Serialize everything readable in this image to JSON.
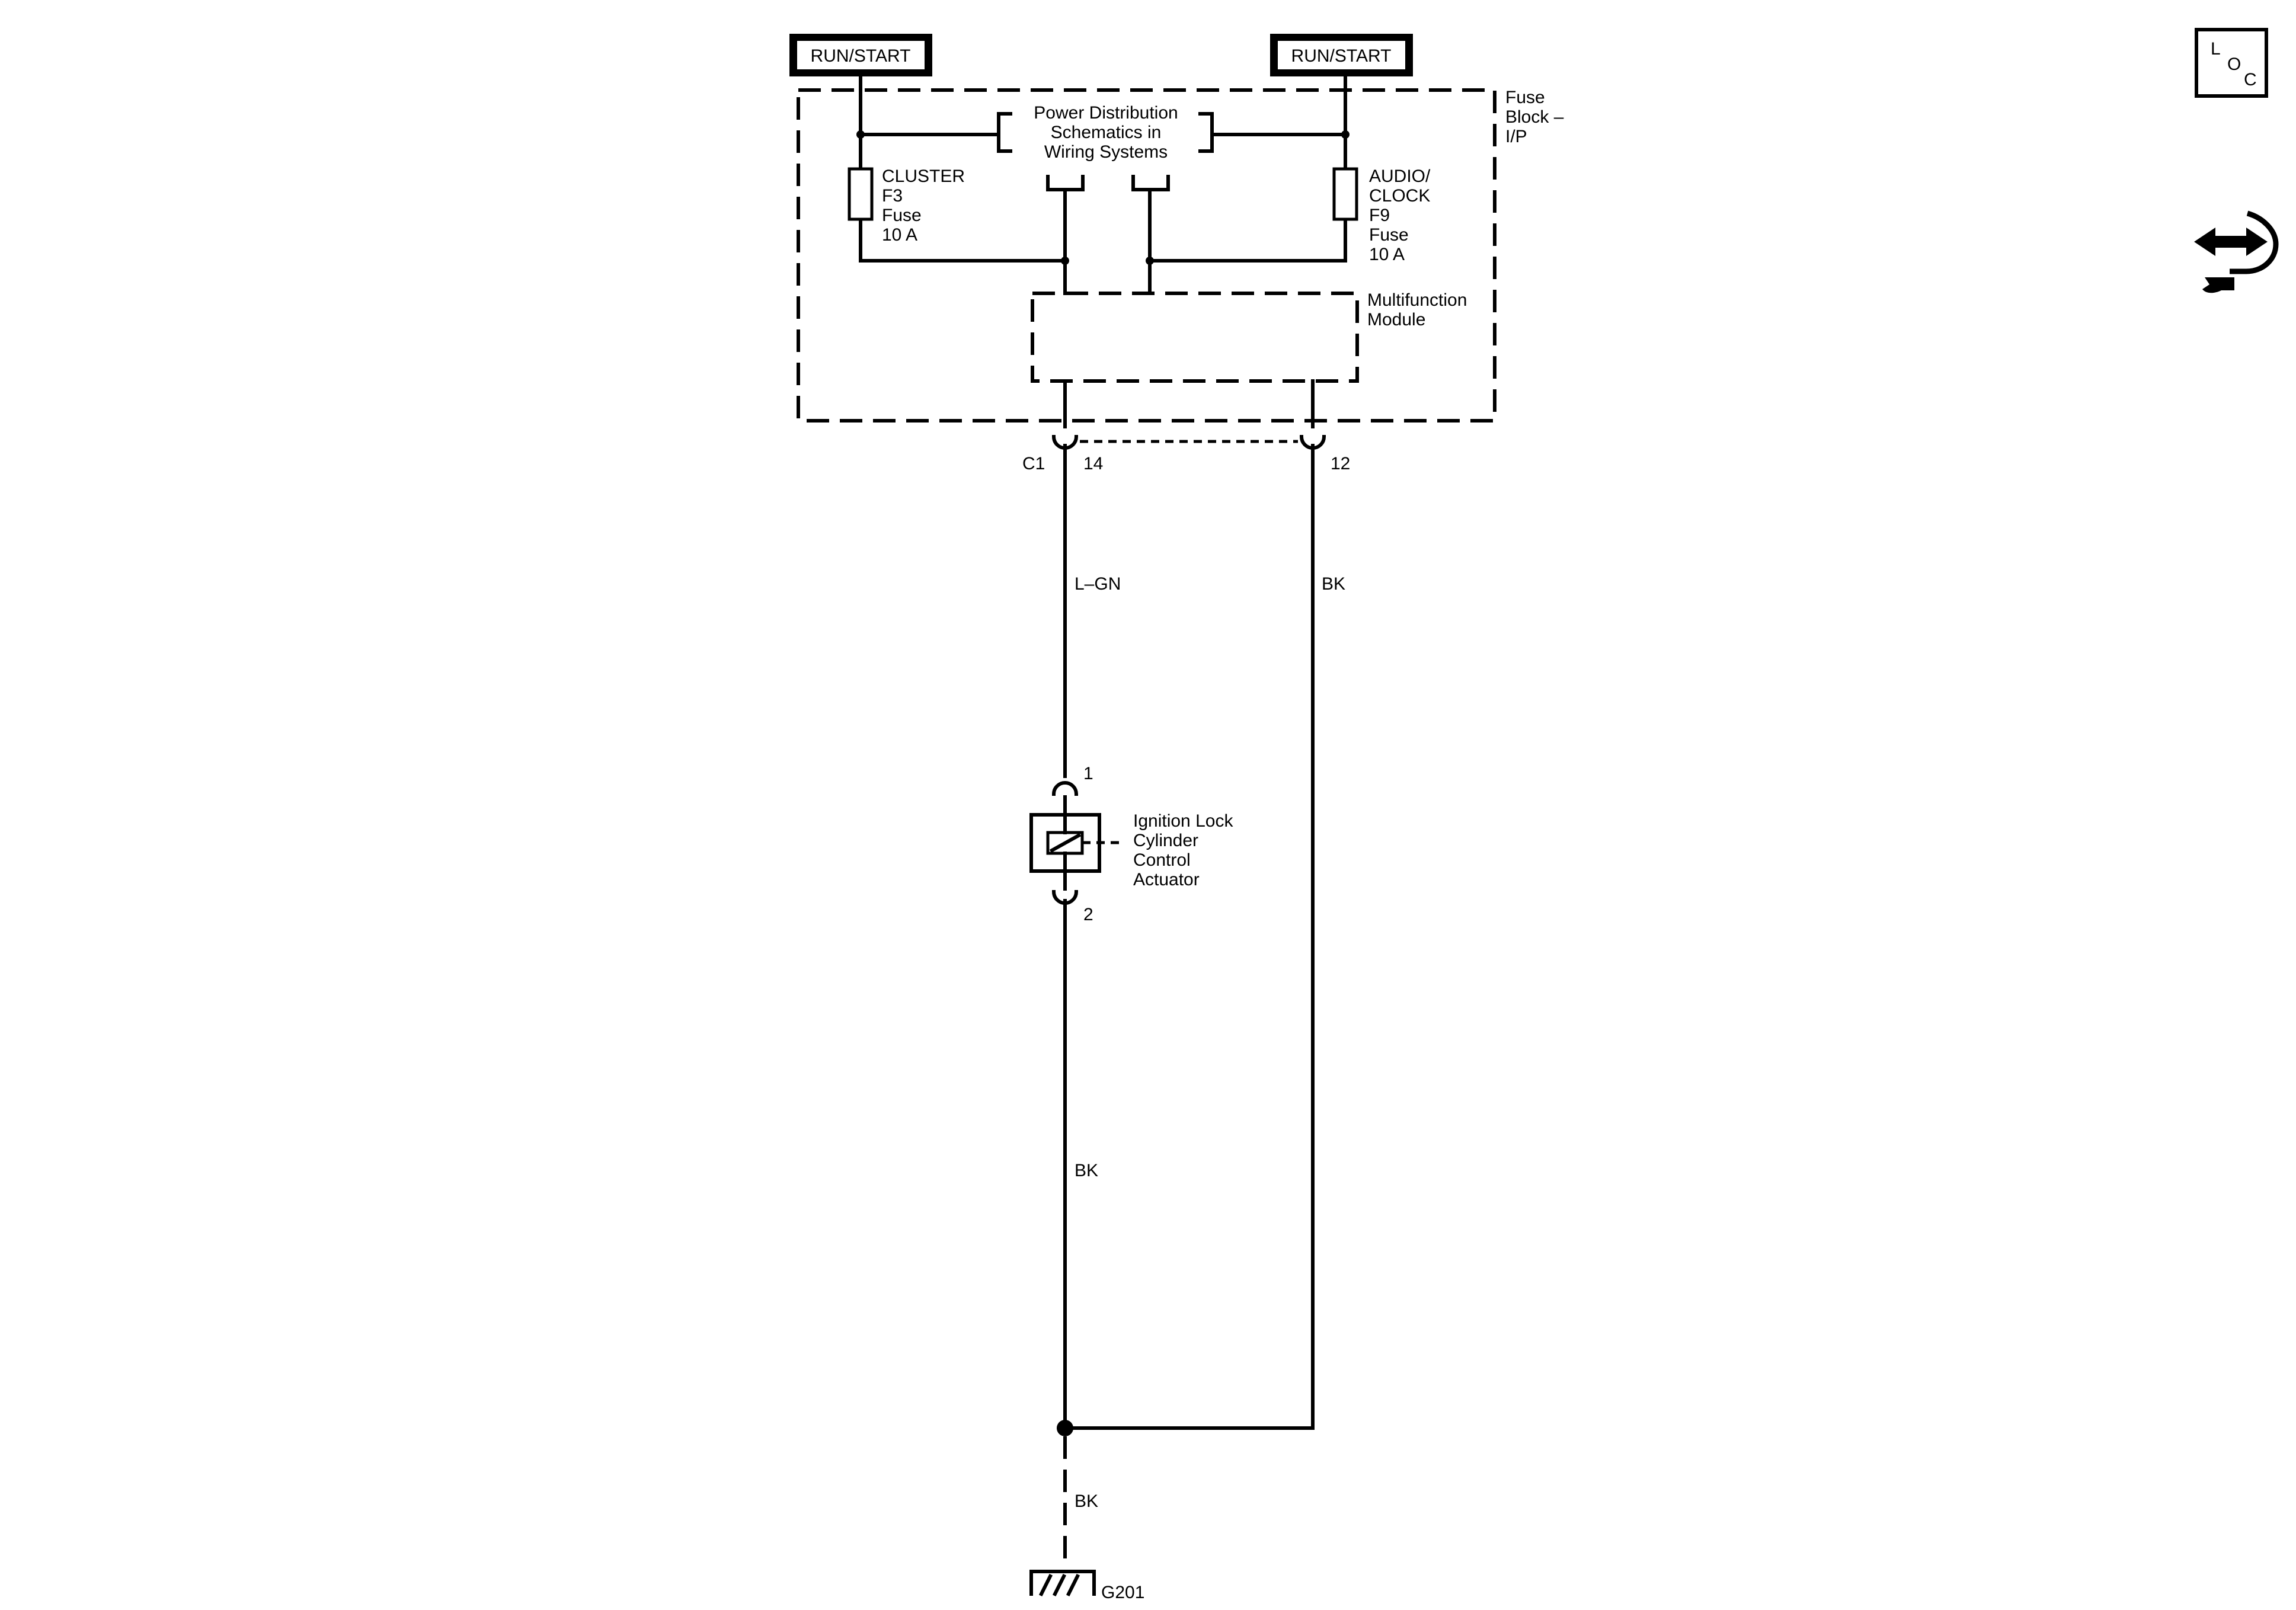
{
  "power_labels": {
    "left": "RUN/START",
    "right": "RUN/START"
  },
  "fuse_block": {
    "line1": "Fuse",
    "line2": "Block –",
    "line3": "I/P"
  },
  "pds": {
    "line1": "Power Distribution",
    "line2": "Schematics in",
    "line3": "Wiring Systems"
  },
  "fuse_left": {
    "line1": "CLUSTER",
    "line2": "F3",
    "line3": "Fuse",
    "line4": "10 A"
  },
  "fuse_right": {
    "line1": "AUDIO/",
    "line2": "CLOCK",
    "line3": "F9",
    "line4": "Fuse",
    "line5": "10 A"
  },
  "module": {
    "line1": "Multifunction",
    "line2": "Module"
  },
  "connector": {
    "name": "C1",
    "pin_left": "14",
    "pin_right": "12"
  },
  "wires": {
    "left_upper": "L–GN",
    "right": "BK",
    "left_lower": "BK",
    "ground": "BK"
  },
  "actuator": {
    "pin_top": "1",
    "pin_bottom": "2",
    "line1": "Ignition Lock",
    "line2": "Cylinder",
    "line3": "Control",
    "line4": "Actuator"
  },
  "ground": {
    "name": "G201"
  },
  "loc_icon": {
    "l": "L",
    "o": "O",
    "c": "C"
  },
  "icons": {
    "loc": "loc-icon",
    "connector_ref": "wrench-arrows-icon"
  }
}
